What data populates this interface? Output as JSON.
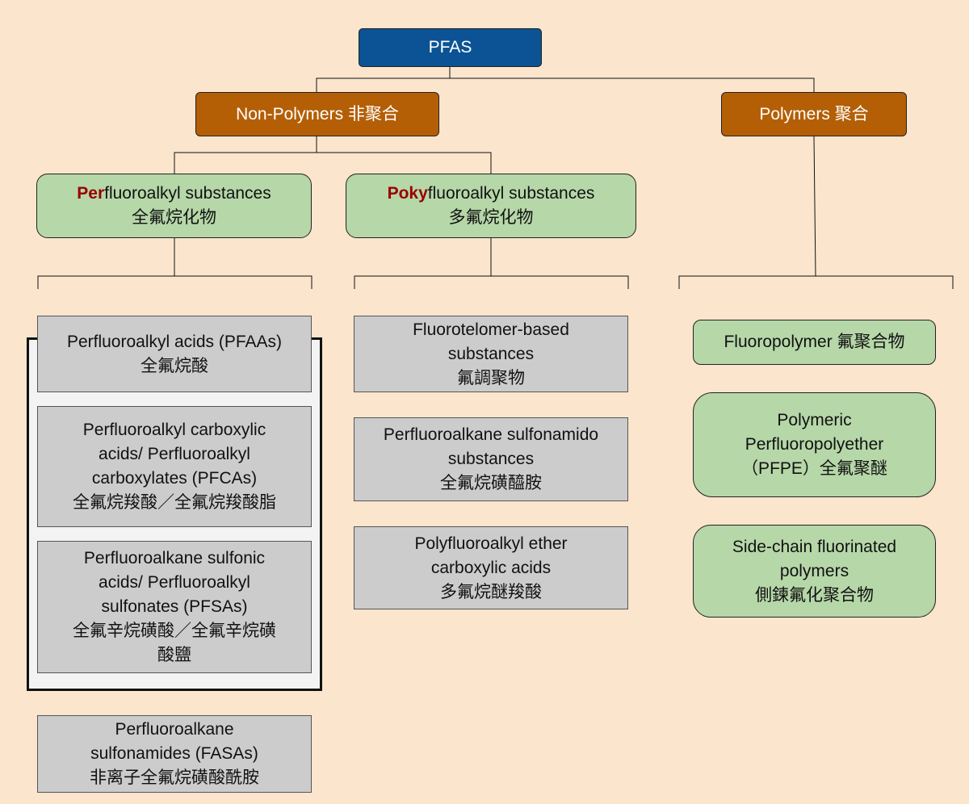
{
  "root": {
    "label": "PFAS"
  },
  "categories": {
    "non_polymers": "Non-Polymers 非聚合",
    "polymers": "Polymers 聚合"
  },
  "subclasses": {
    "perfluoroalkyl": {
      "prefix": "Per",
      "suffix": "fluoroalkyl substances",
      "zh": "全氟烷化物"
    },
    "polyfluoroalkyl": {
      "prefix": "Poky",
      "suffix": "fluoroalkyl substances",
      "zh": "多氟烷化物"
    }
  },
  "perfluoroalkyl_items": {
    "pfaa": [
      "Perfluoroalkyl acids (PFAAs)",
      "全氟烷酸"
    ],
    "pfca": [
      "Perfluoroalkyl carboxylic",
      "acids/ Perfluoroalkyl",
      "carboxylates (PFCAs)",
      "全氟烷羧酸／全氟烷羧酸脂"
    ],
    "pfsa": [
      "Perfluoroalkane sulfonic",
      "acids/ Perfluoroalkyl",
      "sulfonates (PFSAs)",
      "全氟辛烷磺酸／全氟辛烷磺",
      "酸鹽"
    ],
    "fasa": [
      "Perfluoroalkane",
      "sulfonamides (FASAs)",
      "非离子全氟烷磺酸酰胺"
    ]
  },
  "polyfluoroalkyl_items": {
    "fluorotelomer": [
      "Fluorotelomer-based",
      "substances",
      "氟調聚物"
    ],
    "sulfonamido": [
      "Perfluoroalkane sulfonamido",
      "substances",
      "全氟烷磺醯胺"
    ],
    "ether": [
      "Polyfluoroalkyl ether",
      "carboxylic acids",
      "多氟烷醚羧酸"
    ]
  },
  "polymer_items": {
    "fluoropolymer": [
      "Fluoropolymer 氟聚合物"
    ],
    "pfpe": [
      "Polymeric",
      "Perfluoropolyether",
      "（PFPE）全氟聚醚"
    ],
    "side_chain": [
      "Side-chain fluorinated",
      "polymers",
      "側鍊氟化聚合物"
    ]
  }
}
